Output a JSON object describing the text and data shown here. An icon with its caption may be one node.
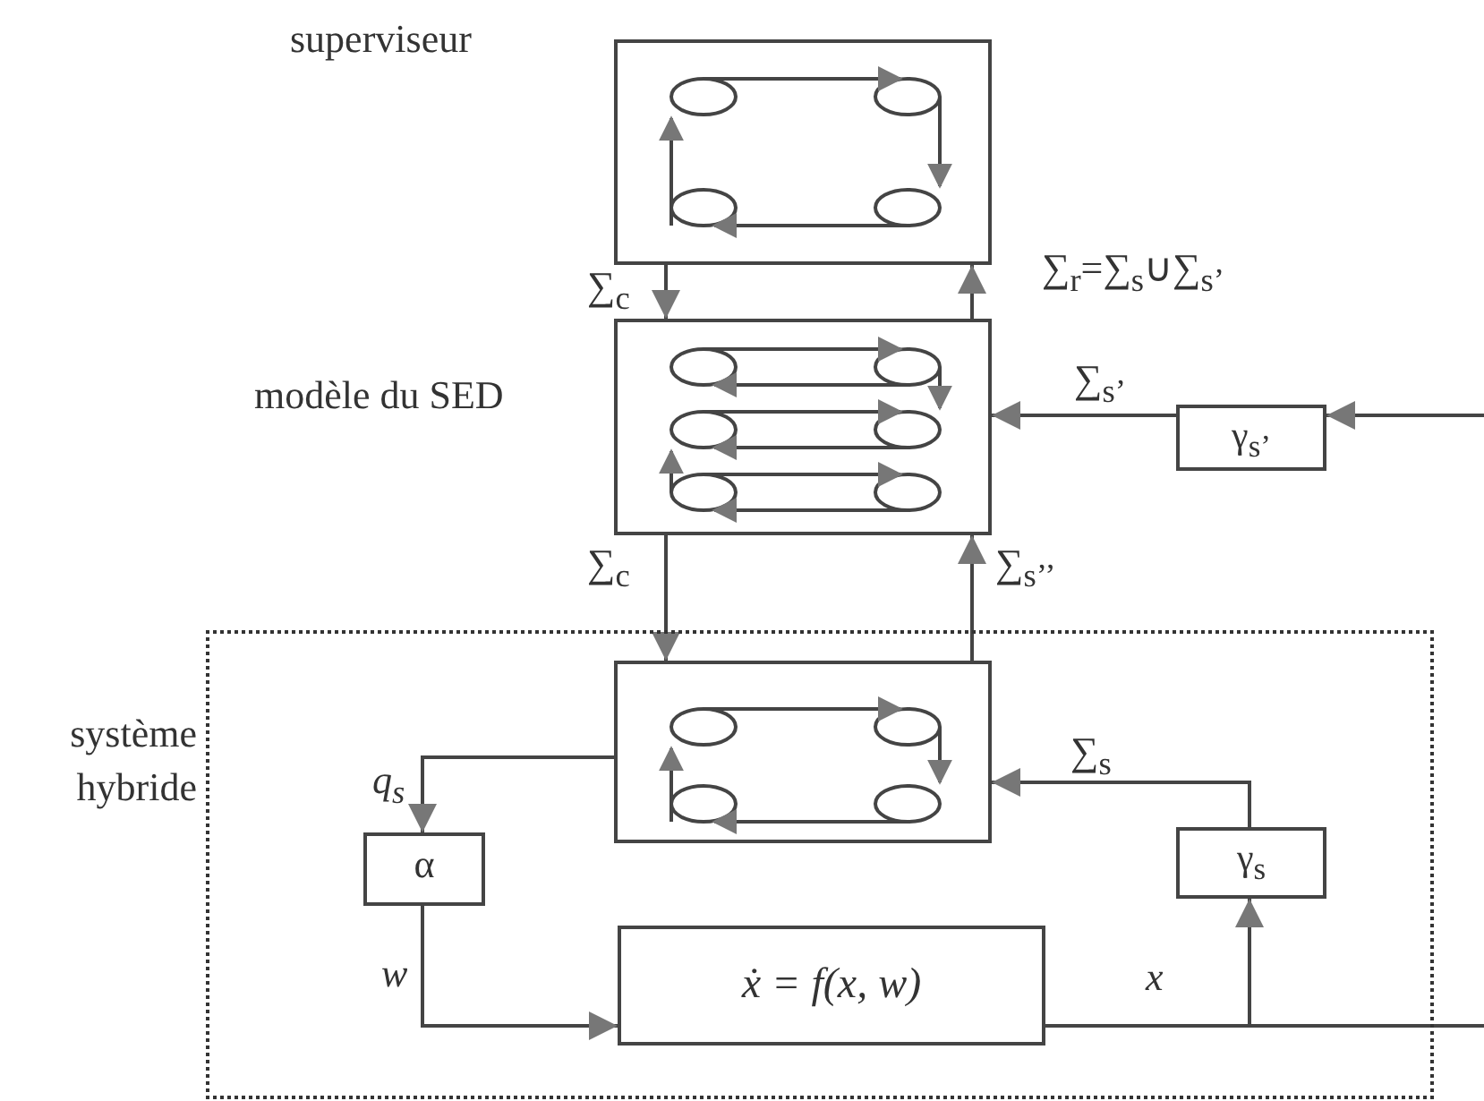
{
  "diagram": {
    "nodes": [
      {
        "text": [
          "superviseur"
        ]
      },
      {
        "text": [
          "modèle du SED"
        ]
      },
      {
        "text": [
          "γ$_{s’}$"
        ]
      },
      {
        "text": [
          "système hybride"
        ]
      },
      {
        "text": [],
        "shape": "box",
        "in": 3
      },
      {
        "text": [
          "α"
        ],
        "in": 3
      },
      {
        "text": [
          "γ$_{s}$"
        ],
        "in": 3
      },
      {
        "text": [
          "ẋ = f(x, w)"
        ],
        "in": 3
      }
    ],
    "edges": [
      {
        "from": 0,
        "to": 1,
        "arrow": "to",
        "label": "∑$_{c}$"
      },
      {
        "from": 1,
        "to": 0,
        "arrow": "to",
        "label": "∑$_{r}$=∑$_{s}$∪∑$_{s’}$"
      },
      {
        "from": 2,
        "to": 1,
        "arrow": "to",
        "label": "∑$_{s’}$"
      },
      {
        "from": null,
        "to": 2,
        "arrow": "to"
      },
      {
        "from": 1,
        "to": 4,
        "arrow": "to",
        "label": "∑$_{c}$"
      },
      {
        "from": 4,
        "to": 1,
        "arrow": "to",
        "label": "∑$_{s’’}$"
      },
      {
        "from": 6,
        "to": 4,
        "arrow": "to",
        "label": "∑$_{s}$"
      },
      {
        "from": 4,
        "to": 5,
        "arrow": "to",
        "label": "q$_{s}$"
      },
      {
        "from": 5,
        "to": 7,
        "arrow": "to",
        "label": "w"
      },
      {
        "from": 7,
        "to": 6,
        "arrow": "to",
        "label": "x"
      },
      {
        "from": 7,
        "to": null,
        "arrow": "none"
      }
    ]
  }
}
